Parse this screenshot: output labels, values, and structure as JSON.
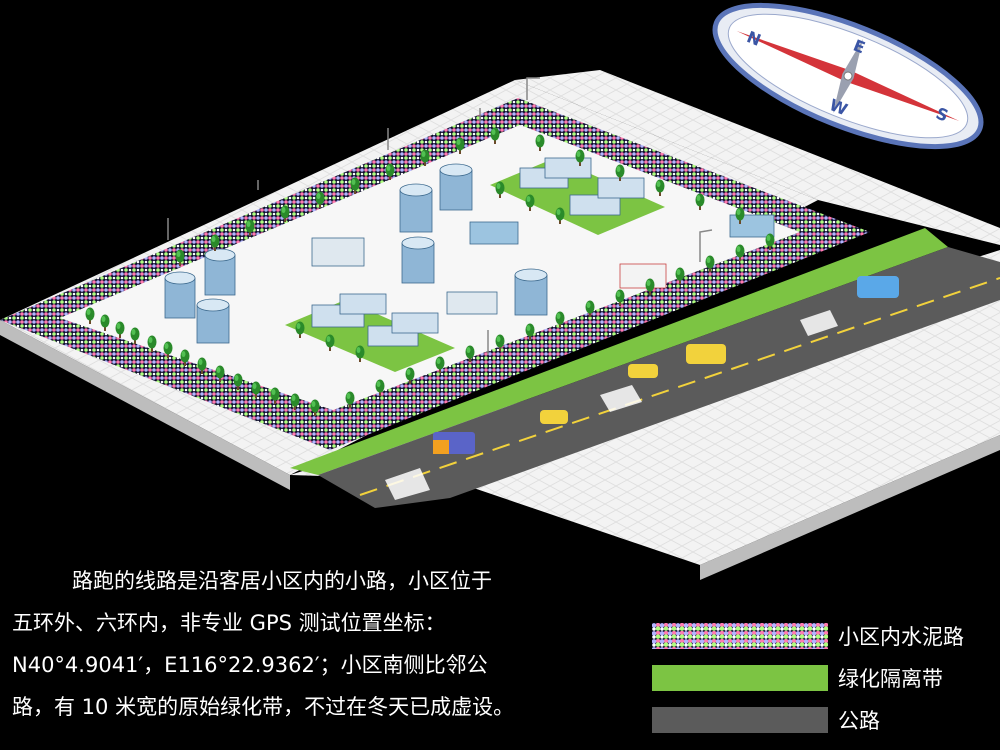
{
  "compass": {
    "letters": [
      "N",
      "E",
      "S",
      "W"
    ],
    "icon": "compass-icon"
  },
  "caption": {
    "lines": [
      "路跑的线路是沿客居小区内的小路，小区位于",
      "五环外、六环内，非专业 GPS 测试位置坐标：",
      "N40°4.9041′，E116°22.9362′；小区南侧比邻公",
      "路，有 10 米宽的原始绿化带，不过在冬天已成虚设。"
    ]
  },
  "legend": [
    {
      "label": "小区内水泥路",
      "color": "#2a2a6a"
    },
    {
      "label": "绿化隔离带",
      "color": "#7cc443"
    },
    {
      "label": "公路",
      "color": "#5b5b5b"
    }
  ],
  "colors": {
    "background": "#000000",
    "ground": "#f2f2f2",
    "greenbelt": "#7cc443",
    "road": "#5b5b5b",
    "road_line": "#f2d23c",
    "building": "#8fb6d6",
    "roof": "#d8e8f4"
  }
}
